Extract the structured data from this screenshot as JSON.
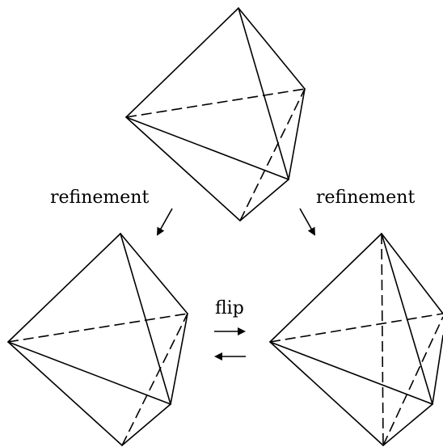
{
  "labels": {
    "refinement_left": "refinement",
    "refinement_right": "refinement",
    "flip": "flip"
  },
  "colors": {
    "stroke": "#000000",
    "background": "#ffffff"
  }
}
